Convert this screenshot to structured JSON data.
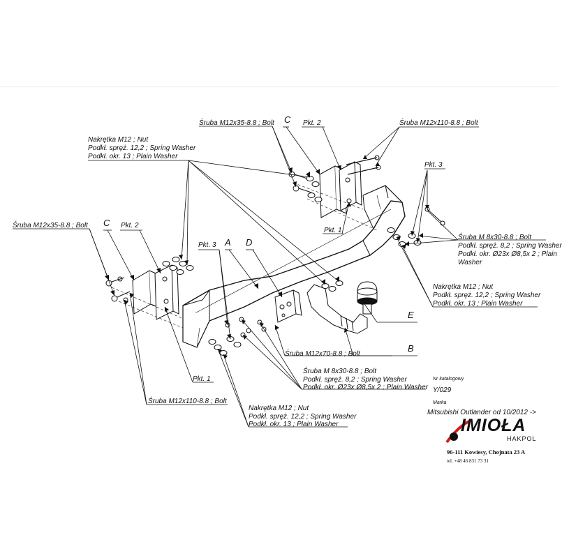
{
  "labels": {
    "bolt_m12x35_top": "Śruba M12x35-8.8 ;  Bolt",
    "bolt_m12x35_left": "Śruba M12x35-8.8 ;  Bolt",
    "bolt_m12x110_top": "Śruba M12x110-8.8 ;  Bolt",
    "bolt_m12x110_bottom": "Śruba M12x110-8.8 ;  Bolt",
    "bolt_m12x70": "Śruba M12x70-8.8 ;  Bolt",
    "callout_c_top": "C",
    "callout_c_left": "C",
    "callout_a": "A",
    "callout_d": "D",
    "callout_e": "E",
    "callout_b": "B",
    "pkt2_top": "Pkt. 2",
    "pkt2_left": "Pkt. 2",
    "pkt3_left": "Pkt. 3",
    "pkt3_right": "Pkt. 3",
    "pkt1_top": "Pkt. 1",
    "pkt1_bottom": "Pkt. 1"
  },
  "nut_group_top": {
    "line1": "Nakrętka  M12 ; Nut",
    "line2": "Podkł. spręż. 12,2 ; Spring Washer",
    "line3": "Podkł. okr. 13 ; Plain Washer"
  },
  "nut_group_right": {
    "line1": "Nakrętka  M12 ; Nut",
    "line2": "Podkł. spręż. 12,2 ; Spring Washer",
    "line3": "Podkł. okr. 13 ; Plain Washer"
  },
  "nut_group_bottom": {
    "line1": "Nakrętka  M12 ; Nut",
    "line2": "Podkł. spręż. 12,2 ; Spring Washer",
    "line3": "Podkł. okr. 13 ; Plain Washer"
  },
  "bolt_group_right": {
    "line1": "Śruba M 8x30-8.8 ;  Bolt",
    "line2": "Podkł. spręż. 8,2 ; Spring Washer",
    "line3": "Podkł. okr.  Ø23x Ø8,5x 2 ; Plain",
    "line4": "Washer"
  },
  "bolt_group_bottom": {
    "line1": "Śruba M 8x30-8.8 ;  Bolt",
    "line2": "Podkł. spręż. 8,2 ; Spring Washer",
    "line3": "Podkł. okr.  Ø23x Ø8,5x 2 ; Plain Washer"
  },
  "catalog": {
    "label": "Nr katalogowy",
    "number": "Y/029",
    "make_label": "Marka",
    "model": "Mitsubishi Outlander   od  10/2012 ->"
  },
  "brand": {
    "name": "IMIOŁA",
    "sub": "HAKPOL",
    "address": "96-111 Kowiesy, Chojnata 23 A",
    "phone": "tel.  +48 46 831 73 31",
    "accent_color": "#d31a1a"
  }
}
